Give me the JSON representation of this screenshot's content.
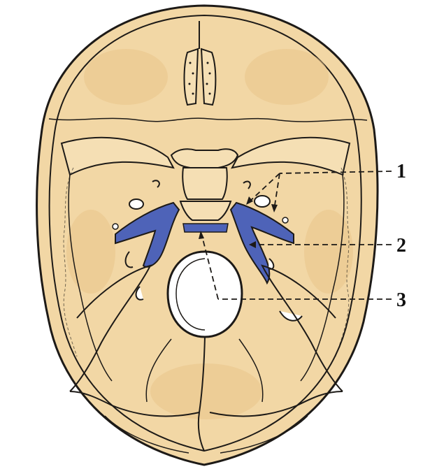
{
  "colors": {
    "bone": "#f2d7a5",
    "bone_shade": "#e9c58b",
    "outline": "#1d1a17",
    "highlight_blue": "#4e63b8",
    "foramen": "#ffffff",
    "background": "#ffffff"
  },
  "labels": [
    {
      "id": "1",
      "text": "1"
    },
    {
      "id": "2",
      "text": "2"
    },
    {
      "id": "3",
      "text": "3"
    }
  ]
}
